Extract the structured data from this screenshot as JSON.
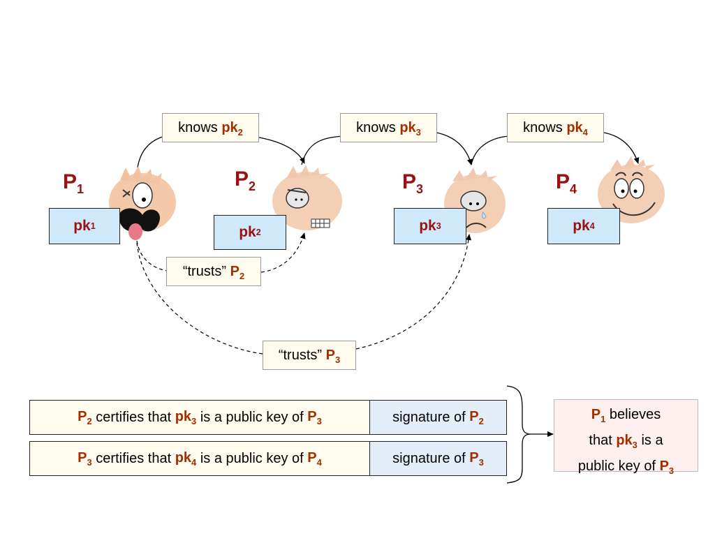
{
  "parties": [
    {
      "name": "P",
      "sub": "1",
      "key": "pk",
      "key_sub": "1"
    },
    {
      "name": "P",
      "sub": "2",
      "key": "pk",
      "key_sub": "2"
    },
    {
      "name": "P",
      "sub": "3",
      "key": "pk",
      "key_sub": "3"
    },
    {
      "name": "P",
      "sub": "4",
      "key": "pk",
      "key_sub": "4"
    }
  ],
  "knows_labels": [
    {
      "text": "knows ",
      "key": "pk",
      "sub": "2"
    },
    {
      "text": "knows ",
      "key": "pk",
      "sub": "3"
    },
    {
      "text": "knows ",
      "key": "pk",
      "sub": "4"
    }
  ],
  "trust_labels": [
    {
      "text": "“trusts” ",
      "party": "P",
      "sub": "2"
    },
    {
      "text": "“trusts” ",
      "party": "P",
      "sub": "3"
    }
  ],
  "certificates": [
    {
      "signer": "P",
      "signer_sub": "2",
      "t1": " certifies that ",
      "key": "pk",
      "key_sub": "3",
      "t2": " is a public key of ",
      "owner": "P",
      "owner_sub": "3",
      "sig_text": "signature of ",
      "sig_party": "P",
      "sig_sub": "2"
    },
    {
      "signer": "P",
      "signer_sub": "3",
      "t1": " certifies that ",
      "key": "pk",
      "key_sub": "4",
      "t2": " is a public key of ",
      "owner": "P",
      "owner_sub": "4",
      "sig_text": "signature of ",
      "sig_party": "P",
      "sig_sub": "3"
    }
  ],
  "conclusion": {
    "party": "P",
    "party_sub": "1",
    "t1": " believes",
    "t2": "that ",
    "key": "pk",
    "key_sub": "3",
    "t3": " is a",
    "t4": "public key of ",
    "owner": "P",
    "owner_sub": "3"
  },
  "colors": {
    "party_red": "#9a1111",
    "keyword_brown": "#a03000",
    "key_box_blue": "#cfe9fb",
    "label_cream": "#fffbee",
    "signature_blue": "#e4eef8",
    "conclusion_pink": "#fdf0ef"
  },
  "icons": [
    "yelling-head-icon",
    "gritting-head-icon",
    "crying-head-icon",
    "smiling-head-icon"
  ]
}
